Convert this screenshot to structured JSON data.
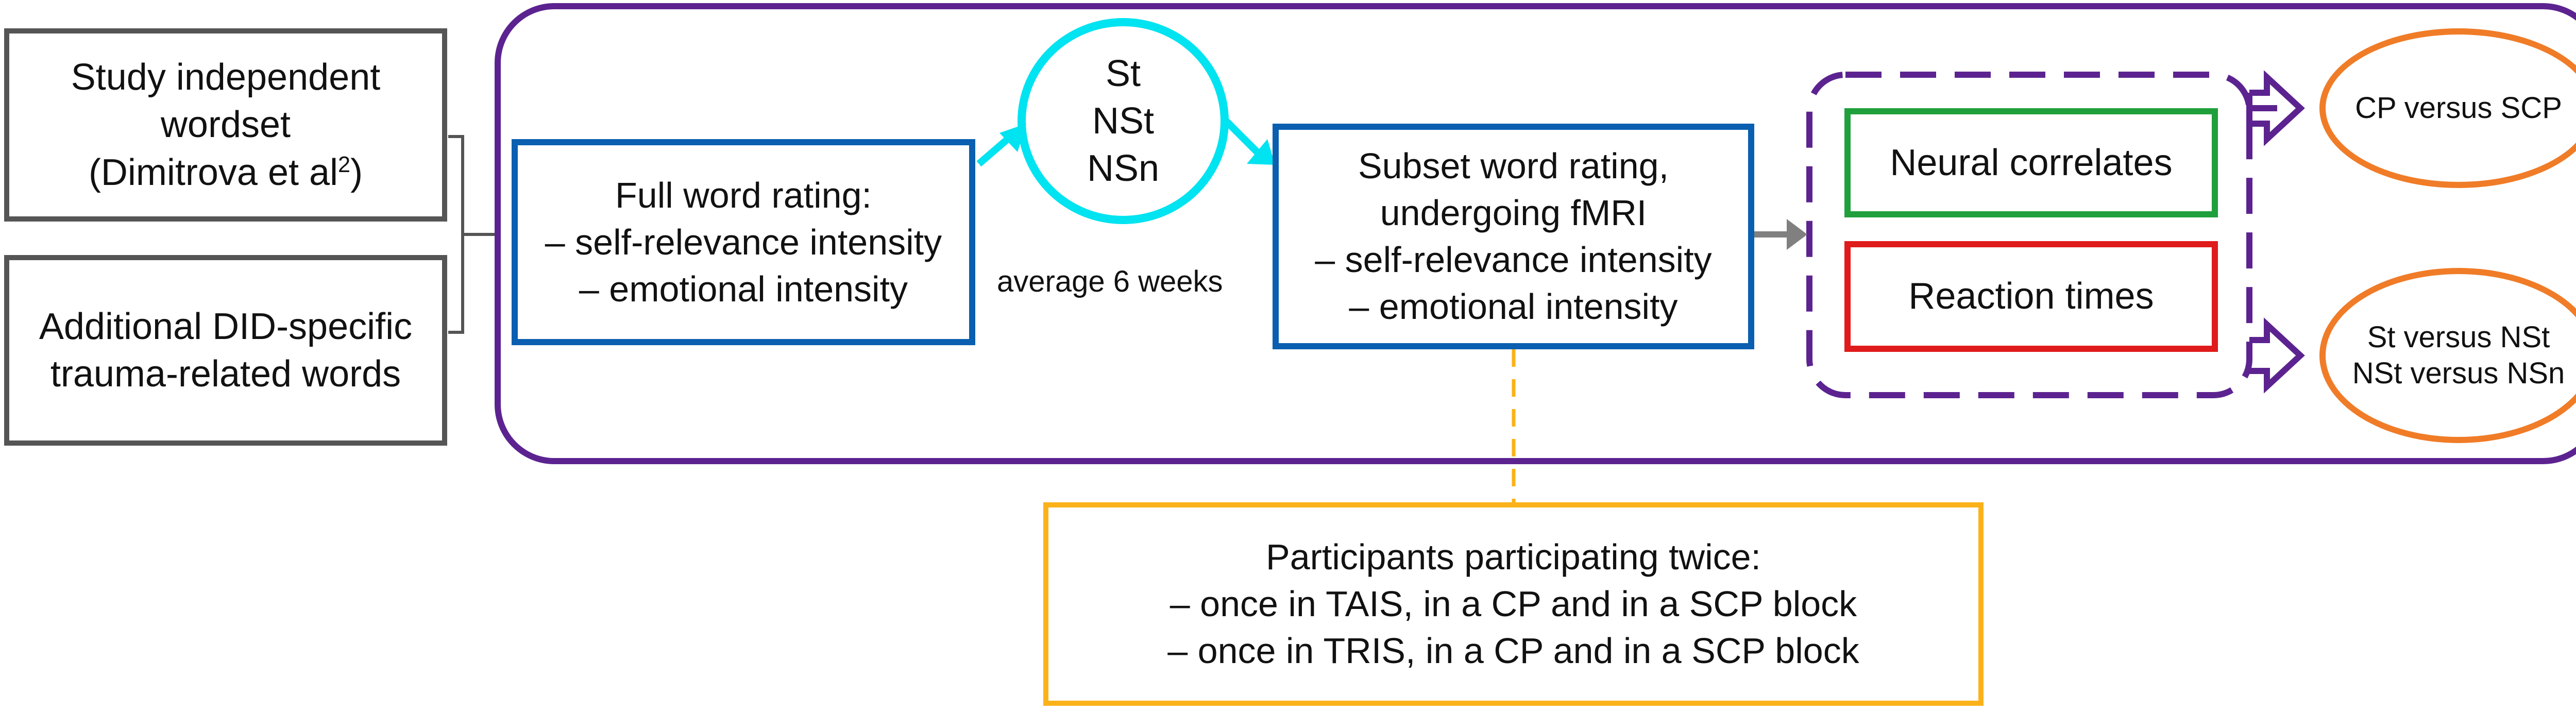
{
  "colors": {
    "grey": "#555555",
    "purple": "#5c2390",
    "blue": "#0a5fb0",
    "cyan": "#00e3f0",
    "green": "#1fa03c",
    "red": "#e01b1b",
    "orange": "#f07c28",
    "yellow": "#fbb21a"
  },
  "wordset": {
    "line1": "Study independent",
    "line2": "wordset",
    "line3_prefix": "(Dimitrova et al",
    "line3_sup": "2",
    "line3_suffix": ")"
  },
  "did_words": {
    "line1": "Additional DID-specific",
    "line2": "trauma-related words"
  },
  "full_rating": {
    "line1": "Full word rating:",
    "line2": "– self-relevance intensity",
    "line3": "– emotional intensity"
  },
  "categories": {
    "line1": "St",
    "line2": "NSt",
    "line3": "NSn"
  },
  "interval_label": "average 6 weeks",
  "subset_rating": {
    "line1": "Subset word rating,",
    "line2": "undergoing fMRI",
    "line3": "– self-relevance intensity",
    "line4": "– emotional intensity"
  },
  "outcomes": {
    "neural": "Neural correlates",
    "reaction": "Reaction times"
  },
  "comparisons": {
    "cp_scp": "CP versus SCP",
    "st_nst": "St versus NSt",
    "nst_nsn": "NSt versus NSn"
  },
  "participants": {
    "line1": "Participants participating twice:",
    "line2": "– once in TAIS, in a CP and in a SCP block",
    "line3": "– once in TRIS, in a CP and in a SCP block"
  }
}
